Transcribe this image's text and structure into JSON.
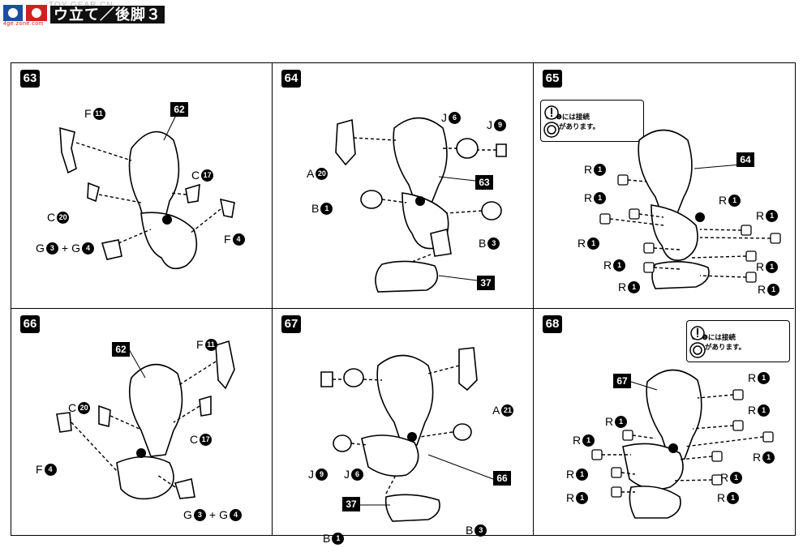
{
  "header": {
    "title": "ウ立て／後脚３",
    "watermark": "TOY GEAR CN",
    "logo_sub": "4ge.zone.com"
  },
  "colors": {
    "ink": "#000000",
    "paper": "#ffffff",
    "logo_red": "#d02020"
  },
  "panels": [
    {
      "step": "63",
      "parts": [
        {
          "letter": "F",
          "num": "11"
        },
        {
          "letter": "C",
          "num": "17"
        },
        {
          "letter": "C",
          "num": "20"
        },
        {
          "letter": "F",
          "num": "4"
        },
        {
          "a_letter": "G",
          "a_num": "3",
          "plus": "+",
          "b_letter": "G",
          "b_num": "4"
        }
      ],
      "refs": [
        "62"
      ]
    },
    {
      "step": "64",
      "parts": [
        {
          "letter": "J",
          "num": "6"
        },
        {
          "letter": "J",
          "num": "9"
        },
        {
          "letter": "A",
          "num": "20"
        },
        {
          "letter": "B",
          "num": "1"
        },
        {
          "letter": "B",
          "num": "3"
        }
      ],
      "refs": [
        "63",
        "37"
      ]
    },
    {
      "step": "65",
      "note": "※R❶には接続\n向きがあります。",
      "parts": [
        {
          "letter": "R",
          "num": "1"
        },
        {
          "letter": "R",
          "num": "1"
        },
        {
          "letter": "R",
          "num": "1"
        },
        {
          "letter": "R",
          "num": "1"
        },
        {
          "letter": "R",
          "num": "1"
        },
        {
          "letter": "R",
          "num": "1"
        },
        {
          "letter": "R",
          "num": "1"
        },
        {
          "letter": "R",
          "num": "1"
        },
        {
          "letter": "R",
          "num": "1"
        }
      ],
      "refs": [
        "64"
      ]
    },
    {
      "step": "66",
      "parts": [
        {
          "letter": "F",
          "num": "11"
        },
        {
          "letter": "C",
          "num": "20"
        },
        {
          "letter": "C",
          "num": "17"
        },
        {
          "letter": "F",
          "num": "4"
        },
        {
          "a_letter": "G",
          "a_num": "3",
          "plus": "+",
          "b_letter": "G",
          "b_num": "4"
        }
      ],
      "refs": [
        "62"
      ]
    },
    {
      "step": "67",
      "parts": [
        {
          "letter": "A",
          "num": "21"
        },
        {
          "letter": "J",
          "num": "9"
        },
        {
          "letter": "J",
          "num": "6"
        },
        {
          "letter": "B",
          "num": "1"
        },
        {
          "letter": "B",
          "num": "3"
        }
      ],
      "refs": [
        "66",
        "37"
      ]
    },
    {
      "step": "68",
      "note": "※R❶には接続\n向きがあります。",
      "parts": [
        {
          "letter": "R",
          "num": "1"
        },
        {
          "letter": "R",
          "num": "1"
        },
        {
          "letter": "R",
          "num": "1"
        },
        {
          "letter": "R",
          "num": "1"
        },
        {
          "letter": "R",
          "num": "1"
        },
        {
          "letter": "R",
          "num": "1"
        },
        {
          "letter": "R",
          "num": "1"
        },
        {
          "letter": "R",
          "num": "1"
        },
        {
          "letter": "R",
          "num": "1"
        }
      ],
      "refs": [
        "67"
      ]
    }
  ]
}
